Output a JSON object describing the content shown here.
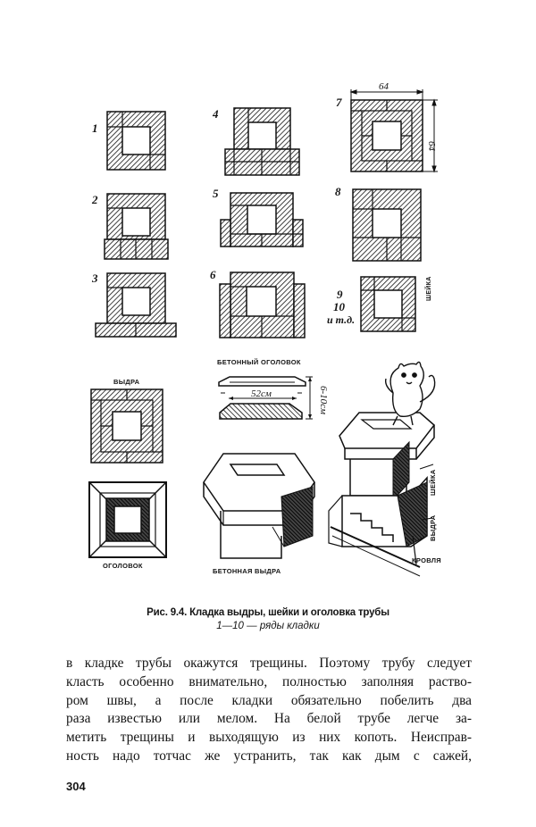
{
  "figure": {
    "row_numbers": [
      "1",
      "2",
      "3",
      "4",
      "5",
      "6",
      "7",
      "8"
    ],
    "row_9_label": [
      "9",
      "10",
      "и т.д."
    ],
    "dim_width": "64",
    "dim_height": "64",
    "label_sheyka": "ШЕЙКА",
    "label_betonny_ogolovok": "БЕТОННЫЙ ОГОЛОВОК",
    "dim_52": "52см",
    "dim_6_10": "6-10см",
    "label_vydra": "ВЫДРА",
    "label_ogolovok": "ОГОЛОВОК",
    "label_betonnaya_vydra": "БЕТОННАЯ ВЫДРА",
    "label_sheyka_chimney": "ШЕЙКА",
    "label_vydra_chimney": "ВЫДРА",
    "label_krovlya": "КРОВЛЯ"
  },
  "caption": {
    "title": "Рис. 9.4. Кладка выдры, шейки и оголовка трубы",
    "subtitle": "1—10 — ряды кладки"
  },
  "body": {
    "lines": [
      "в кладке трубы окажутся трещины. Поэтому трубу следует",
      "класть особенно внимательно, полностью заполняя раство-",
      "ром швы, а после кладки обязательно побелить два",
      "раза известью или мелом. На белой трубе легче за-",
      "метить трещины и выходящую из них копоть. Неисправ-",
      "ность надо тотчас же устранить, так как дым с сажей,"
    ]
  },
  "page_number": "304"
}
